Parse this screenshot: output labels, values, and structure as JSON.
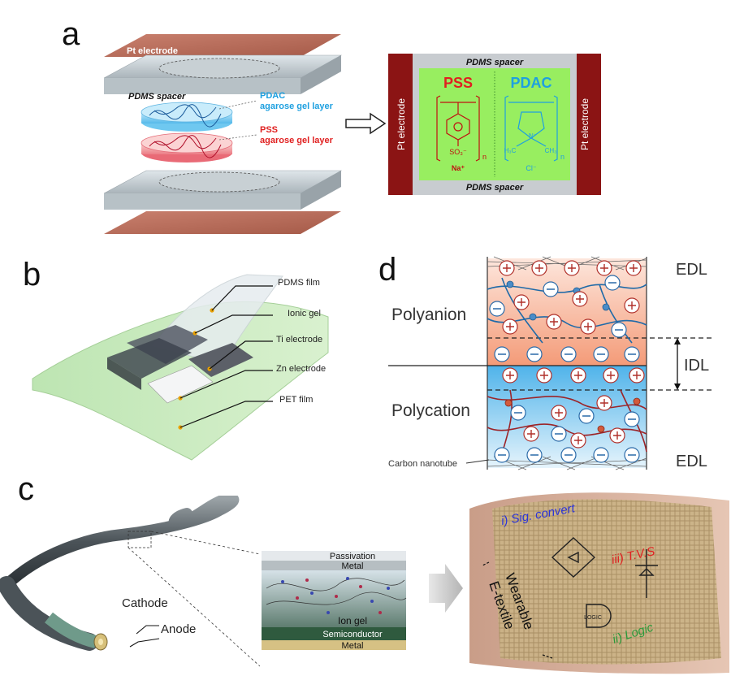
{
  "panels": {
    "a": {
      "letter": "a",
      "pt_electrode_top": "Pt electrode",
      "pdms_spacer_left": "PDMS spacer",
      "pdac_line1": "PDAC",
      "pdac_line2": "agarose gel layer",
      "pss_line1": "PSS",
      "pss_line2": "agarose gel layer",
      "box_pdms_top": "PDMS spacer",
      "box_pdms_bottom": "PDMS spacer",
      "box_pt_left": "Pt electrode",
      "box_pt_right": "Pt electrode",
      "box_pss": "PSS",
      "box_pdac": "PDAC",
      "chem_so3": "SO₃⁻",
      "chem_na": "Na⁺",
      "chem_n": "n",
      "chem_h3c": "H₃C",
      "chem_ch3": "CH₃",
      "chem_nplus": "N⁺",
      "chem_cl": "Cl⁻",
      "colors": {
        "pss": "#e02020",
        "pdac": "#1ea0e0",
        "gel": "#98ee60",
        "pt": "#8b1414",
        "pdms": "#c8ccd0"
      }
    },
    "b": {
      "letter": "b",
      "labels": [
        "PDMS film",
        "Ionic gel",
        "Ti electrode",
        "Zn electrode",
        "PET film"
      ]
    },
    "d": {
      "letter": "d",
      "edl_top": "EDL",
      "edl_bottom": "EDL",
      "idl": "IDL",
      "polyanion": "Polyanion",
      "polycation": "Polycation",
      "carbon_nanotube": "Carbon nanotube",
      "plus": "+",
      "minus": "−"
    },
    "c": {
      "letter": "c",
      "cathode": "Cathode",
      "anode": "Anode",
      "passivation": "Passivation",
      "metal_top": "Metal",
      "ion_gel": "Ion gel",
      "semiconductor": "Semiconductor",
      "metal_bottom": "Metal",
      "sig_convert": "i) Sig. convert",
      "tvs": "iii) T.V.S",
      "logic_label": "ii) Logic",
      "wearable": "Wearable",
      "etextile": "E-textile",
      "logic_chip": "LOGIC"
    }
  }
}
